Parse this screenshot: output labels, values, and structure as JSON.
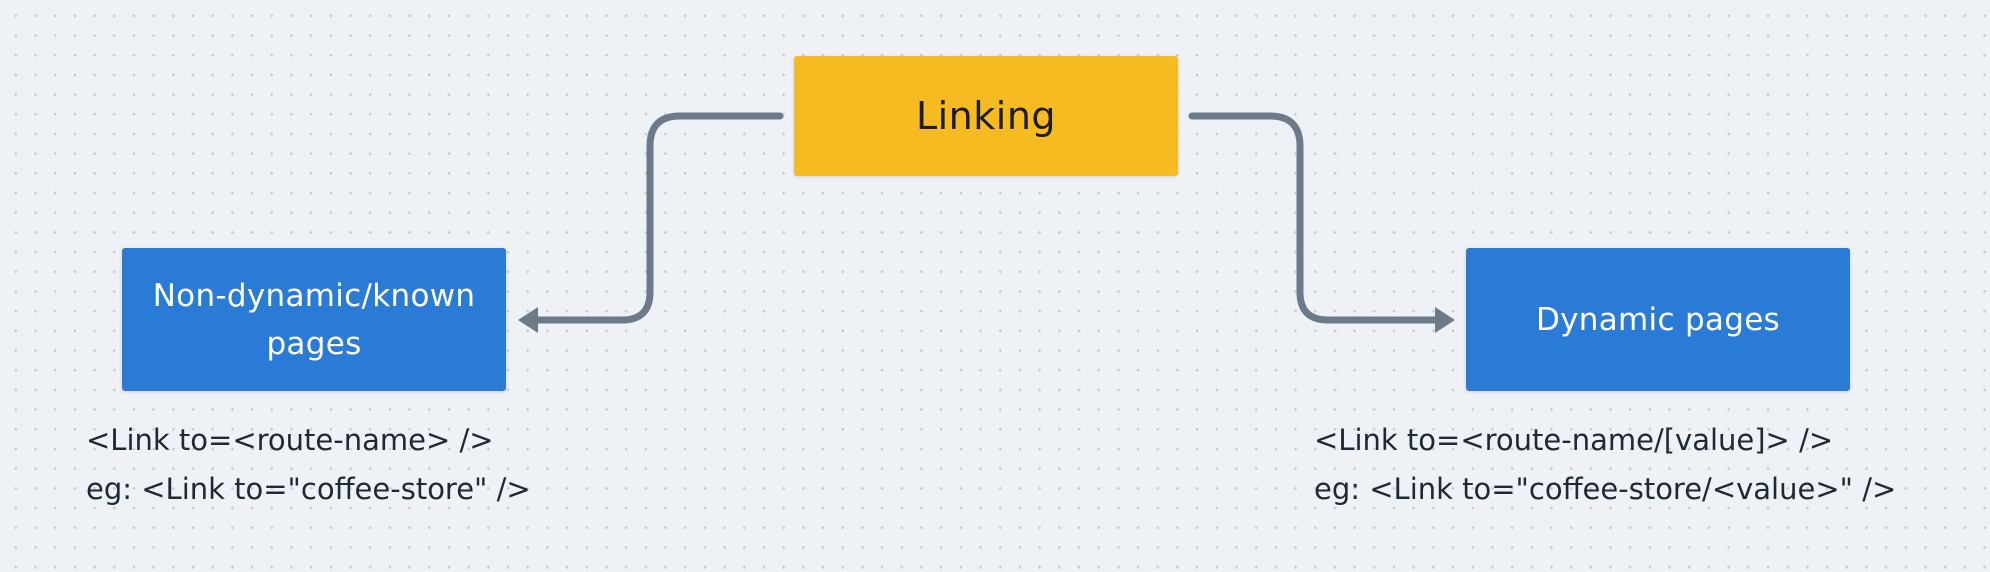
{
  "colors": {
    "background": "#eef1f5",
    "root_fill": "#f5bb21",
    "child_fill": "#2a7bd6",
    "connector": "#6c7a89"
  },
  "diagram": {
    "root": {
      "label": "Linking"
    },
    "children": [
      {
        "id": "left",
        "label": "Non-dynamic/known pages"
      },
      {
        "id": "right",
        "label": "Dynamic pages"
      }
    ],
    "notes": {
      "left": {
        "line1": "<Link to=<route-name> />",
        "line2": "eg: <Link to=\"coffee-store\" />"
      },
      "right": {
        "line1": "<Link to=<route-name/[value]> />",
        "line2": "eg: <Link to=\"coffee-store/<value>\" />"
      }
    }
  }
}
